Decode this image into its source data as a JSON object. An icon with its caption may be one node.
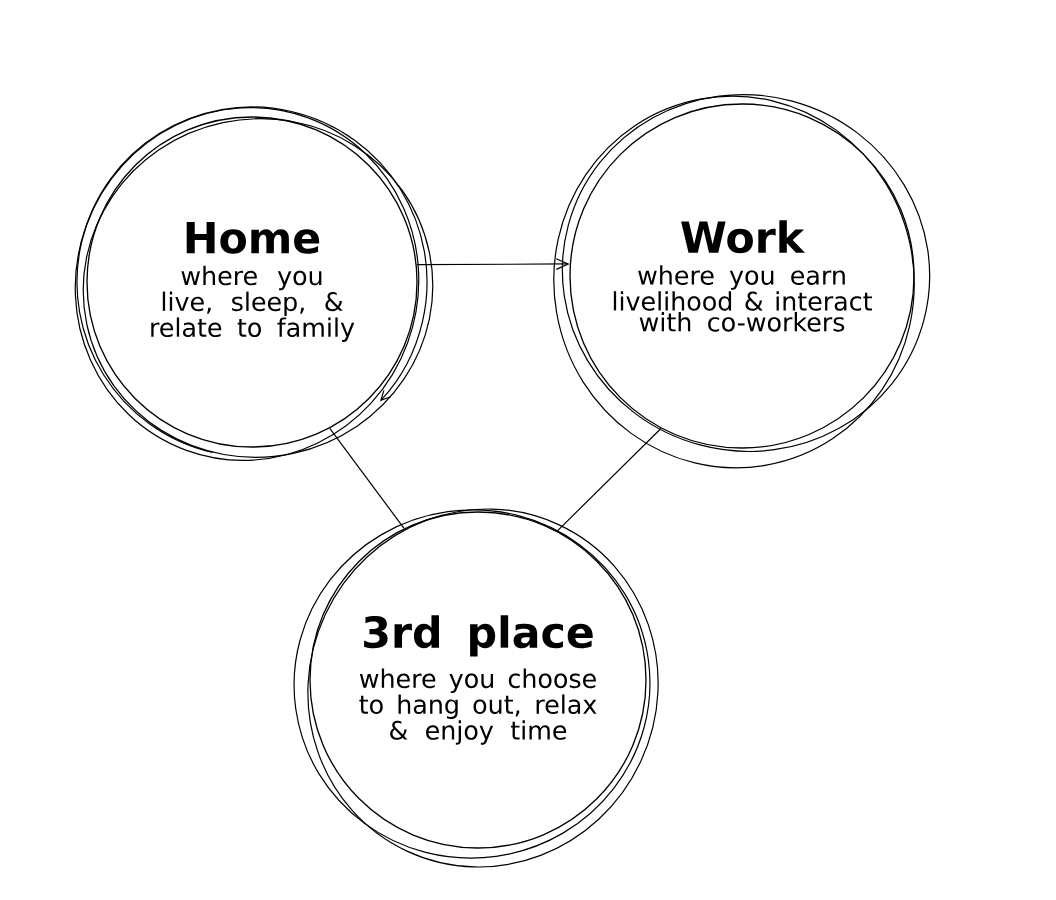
{
  "diagram": {
    "nodes": [
      {
        "text": [
          "Home",
          "where you live, sleep, & relate to family"
        ]
      },
      {
        "text": [
          "Work",
          "where you earn livelihood & interact with co-workers"
        ]
      },
      {
        "text": [
          "3rd place",
          "where you choose to hang out, relax & enjoy time"
        ]
      }
    ],
    "edges": [
      {
        "from": 0,
        "to": 1,
        "arrow": "to"
      },
      {
        "from": 0,
        "to": 2,
        "arrow": "none"
      },
      {
        "from": 1,
        "to": 2,
        "arrow": "none"
      }
    ]
  }
}
